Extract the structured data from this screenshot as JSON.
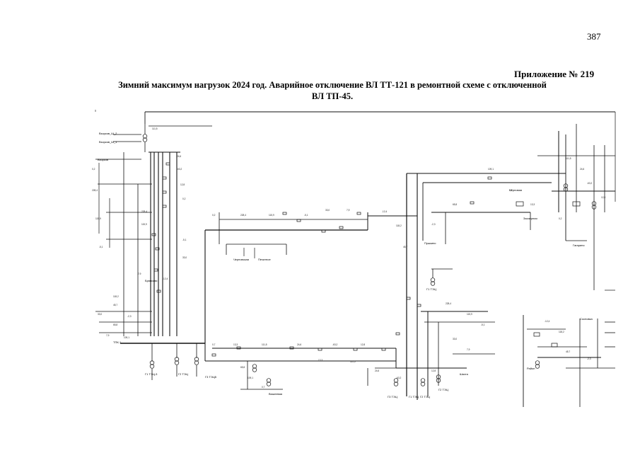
{
  "page": {
    "number": "387",
    "appendix": "Приложение № 219",
    "title_line1": "Зимний максимум нагрузок 2024 год. Аварийное отключение ВЛ ТТ-121 в ремонтной схеме с отключенной",
    "title_line2": "ВЛ ТП-45."
  },
  "diagram": {
    "labels": [
      {
        "id": "vzorkova2",
        "text": "Взорков_Ш_2"
      },
      {
        "id": "vzorkova1",
        "text": "Взорков_Ш_1"
      },
      {
        "id": "vzorkova",
        "text": "Взорков"
      },
      {
        "id": "chernovskaya",
        "text": "Черновская"
      },
      {
        "id": "pechatnoe",
        "text": "Печатное"
      },
      {
        "id": "gr-tp1",
        "text": "Г1 ТЭЦ-3"
      },
      {
        "id": "gr-tp2",
        "text": "Г2 ТЭЦ"
      },
      {
        "id": "gr-tp3",
        "text": "Г3 ТЭЦ5"
      },
      {
        "id": "gr-tp4",
        "text": "Г1 ТЭЦ"
      },
      {
        "id": "gr-tp5",
        "text": "Г2 ТЭЦ"
      },
      {
        "id": "gr-tp6",
        "text": "Г3 ТЭЦ"
      },
      {
        "id": "gr-tp7",
        "text": "Г1 ТЭЦ"
      },
      {
        "id": "gr-tp8",
        "text": "Г2 ТЭЦ"
      },
      {
        "id": "bryansk",
        "text": "Брянская"
      },
      {
        "id": "chernovaya",
        "text": "Черновая"
      },
      {
        "id": "sosnovka",
        "text": "Сосновка"
      },
      {
        "id": "pushkino",
        "text": "Пушкино"
      },
      {
        "id": "zaozernaya",
        "text": "Заозерная"
      },
      {
        "id": "gagarino",
        "text": "Гагарино"
      },
      {
        "id": "vishnevaya",
        "text": "Вишневая"
      },
      {
        "id": "tpk",
        "text": "ТПК-1"
      },
      {
        "id": "shahta",
        "text": "Шахта"
      },
      {
        "id": "rajon",
        "text": "Район"
      }
    ]
  }
}
